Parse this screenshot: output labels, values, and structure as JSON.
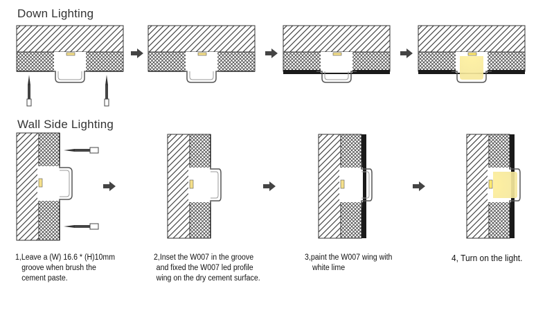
{
  "sections": {
    "down": {
      "title": "Down Lighting"
    },
    "wall": {
      "title": "Wall Side Lighting"
    }
  },
  "steps": [
    {
      "lines": [
        "1,Leave a  (W)  16.6 * (H)10mm",
        "groove when brush the",
        "cement paste."
      ]
    },
    {
      "lines": [
        "2,Inset the W007 in the groove",
        "and  fixed the W007 led profile",
        "wing on the dry cement surface."
      ]
    },
    {
      "lines": [
        "3,paint the W007 wing with",
        "white lime"
      ]
    },
    {
      "lines": [
        "4, Turn on the light."
      ]
    }
  ],
  "colors": {
    "line": "#333333",
    "paint": "#1a1a1a",
    "light": "#fff3b0",
    "led": "#f5e08a"
  }
}
